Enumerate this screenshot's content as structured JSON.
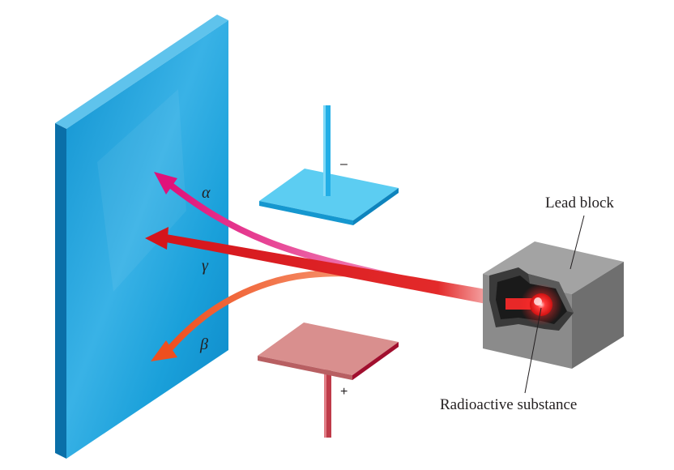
{
  "labels": {
    "alpha": "α",
    "gamma": "γ",
    "beta": "β",
    "minus": "–",
    "plus": "+",
    "lead_block": "Lead block",
    "radioactive_substance": "Radioactive substance"
  },
  "colors": {
    "screen": "#1ba3dc",
    "negative_plate": "#5ccdf2",
    "positive_plate": "#d98c8c",
    "alpha_ray": "#e6157a",
    "gamma_ray": "#e0161d",
    "beta_ray": "#f05a22",
    "lead_block": "#8a8a8a"
  },
  "icons": {
    "screen": "detector-screen-icon",
    "negative_plate": "negative-plate-icon",
    "positive_plate": "positive-plate-icon",
    "lead_block": "lead-block-icon",
    "source": "radioactive-source-icon"
  }
}
